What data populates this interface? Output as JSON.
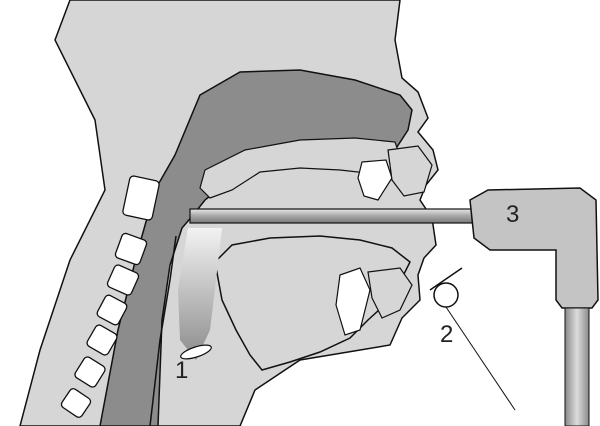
{
  "labels": [
    {
      "id": "1",
      "text": "1"
    },
    {
      "id": "2",
      "text": "2"
    },
    {
      "id": "3",
      "text": "3"
    }
  ],
  "colors": {
    "skin": "#d6d6d6",
    "cavity": "#8c8c8c",
    "outline": "#111111",
    "bone": "#ffffff",
    "device": "#c4c4c4",
    "probe": "#9a9a9a"
  }
}
